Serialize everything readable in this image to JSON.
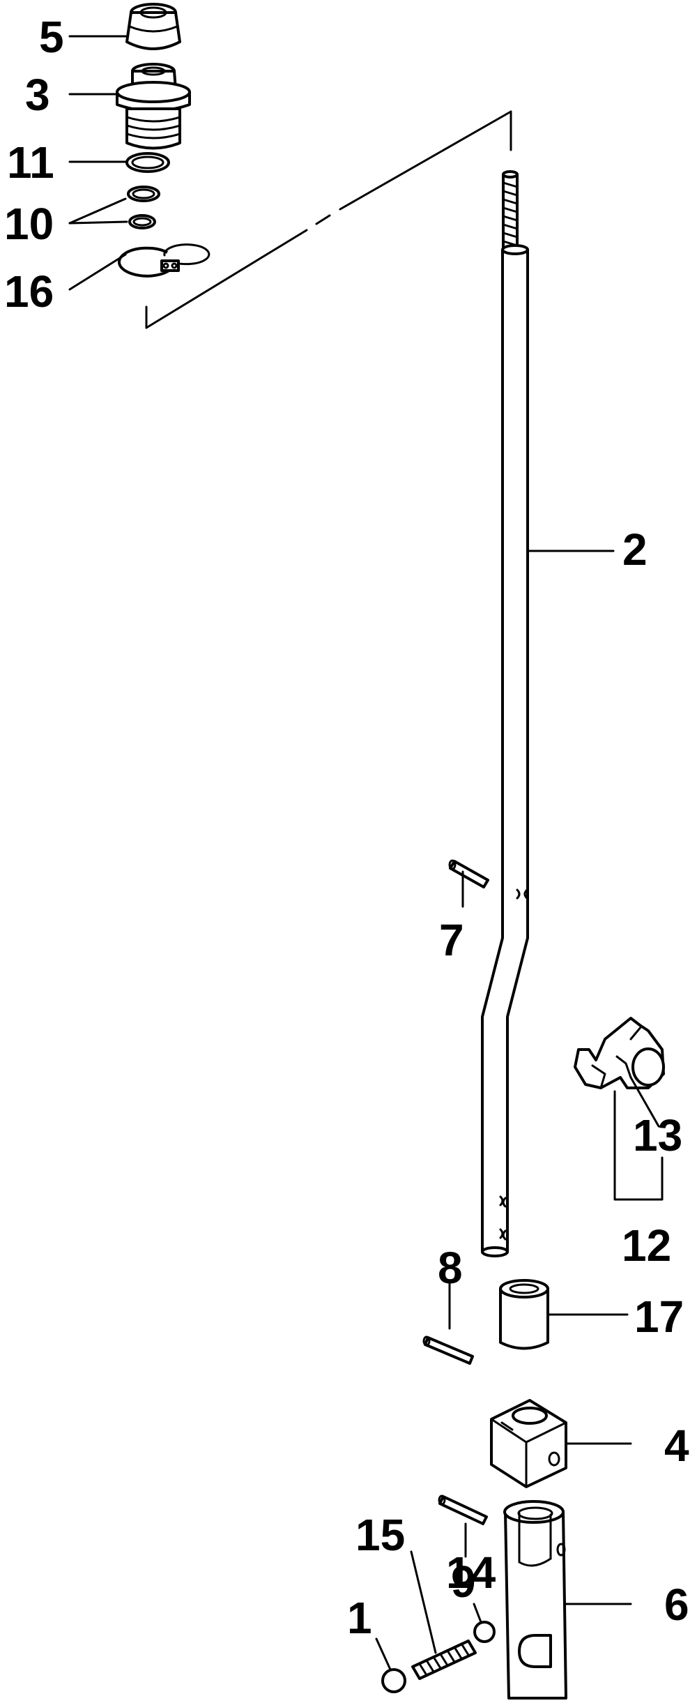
{
  "callouts": {
    "c1": "1",
    "c2": "2",
    "c3": "3",
    "c4": "4",
    "c5": "5",
    "c6": "6",
    "c7": "7",
    "c8": "8",
    "c9": "9",
    "c10": "10",
    "c11": "11",
    "c12": "12",
    "c13": "13",
    "c14": "14",
    "c15": "15",
    "c16": "16",
    "c17": "17"
  }
}
